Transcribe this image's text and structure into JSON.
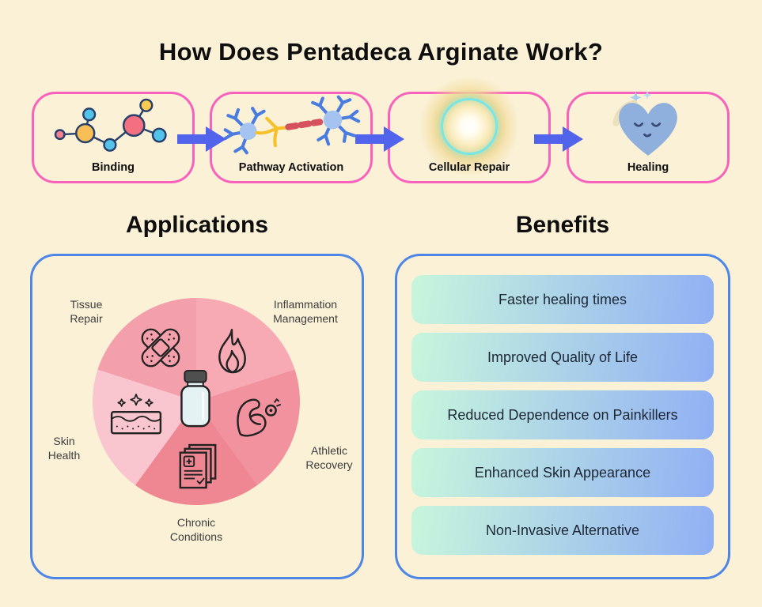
{
  "title": "How Does Pentadeca Arginate Work?",
  "process": {
    "steps": [
      {
        "label": "Binding",
        "icon": "molecule-icon"
      },
      {
        "label": "Pathway Activation",
        "icon": "neurons-icon"
      },
      {
        "label": "Cellular Repair",
        "icon": "glowing-cell-icon"
      },
      {
        "label": "Healing",
        "icon": "healing-heart-icon"
      }
    ]
  },
  "applications": {
    "heading": "Applications",
    "segments": [
      {
        "label": "Inflammation\nManagement",
        "color": "#F7A9B4",
        "value": 20,
        "icon": "flame-icon"
      },
      {
        "label": "Athletic\nRecovery",
        "color": "#F2929E",
        "value": 20,
        "icon": "muscle-icon"
      },
      {
        "label": "Chronic\nConditions",
        "color": "#EF8793",
        "value": 20,
        "icon": "medical-documents-icon"
      },
      {
        "label": "Skin\nHealth",
        "color": "#F9C6CF",
        "value": 20,
        "icon": "skin-layer-icon"
      },
      {
        "label": "Tissue\nRepair",
        "color": "#F4A0AC",
        "value": 20,
        "icon": "bandage-icon"
      }
    ],
    "center_icon": "vial-icon"
  },
  "benefits": {
    "heading": "Benefits",
    "items": [
      "Faster healing times",
      "Improved Quality of Life",
      "Reduced Dependence on Painkillers",
      "Enhanced Skin Appearance",
      "Non-Invasive Alternative"
    ]
  },
  "colors": {
    "background": "#FAF1D7",
    "step_border": "#F862BC",
    "arrow": "#5264EC",
    "panel_border": "#4E86E8",
    "pill_gradient_start": "#C7F6DC",
    "pill_gradient_end": "#90AFF4"
  },
  "chart_data": {
    "type": "pie",
    "title": "Applications",
    "labels": [
      "Inflammation Management",
      "Athletic Recovery",
      "Chronic Conditions",
      "Skin Health",
      "Tissue Repair"
    ],
    "values": [
      20,
      20,
      20,
      20,
      20
    ],
    "colors": [
      "#F7A9B4",
      "#F2929E",
      "#EF8793",
      "#F9C6CF",
      "#F4A0AC"
    ],
    "legend_position": "around-pie"
  }
}
